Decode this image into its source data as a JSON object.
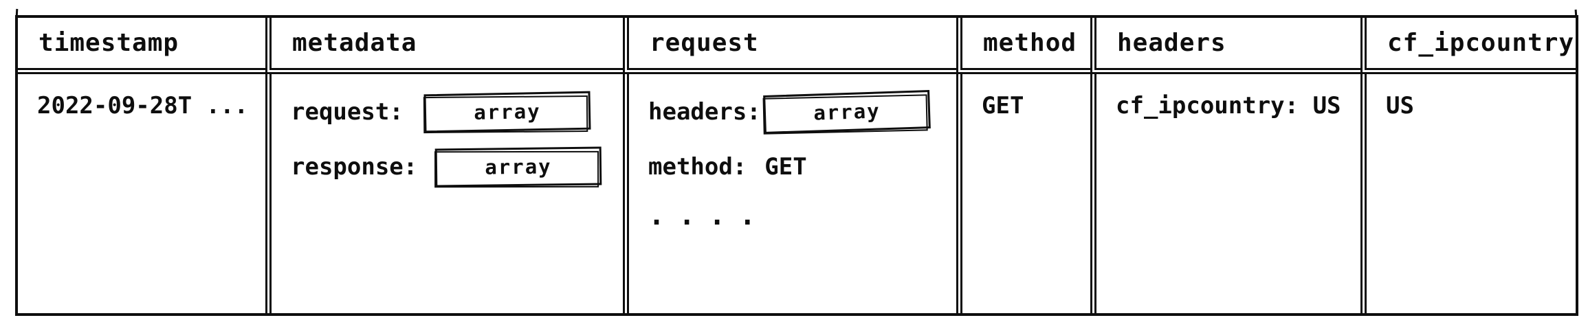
{
  "colors": {
    "ink": "#0e0e0e",
    "background": "#ffffff"
  },
  "table": {
    "columns": [
      {
        "key": "timestamp",
        "label": "timestamp"
      },
      {
        "key": "metadata",
        "label": "metadata"
      },
      {
        "key": "request",
        "label": "request"
      },
      {
        "key": "method",
        "label": "method"
      },
      {
        "key": "headers",
        "label": "headers"
      },
      {
        "key": "cf_ipcountry",
        "label": "cf_ipcountry"
      }
    ],
    "row": {
      "timestamp": "2022-09-28T ...",
      "metadata": {
        "fields": [
          {
            "label": "request:",
            "value": "array",
            "value_type": "array-box"
          },
          {
            "label": "response:",
            "value": "array",
            "value_type": "array-box"
          }
        ]
      },
      "request": {
        "fields": [
          {
            "label": "headers:",
            "value": "array",
            "value_type": "array-box"
          },
          {
            "label": "method:",
            "value": "GET",
            "value_type": "text"
          }
        ],
        "more_indicator": "...."
      },
      "method": "GET",
      "headers": "cf_ipcountry: US",
      "cf_ipcountry": "US"
    }
  }
}
